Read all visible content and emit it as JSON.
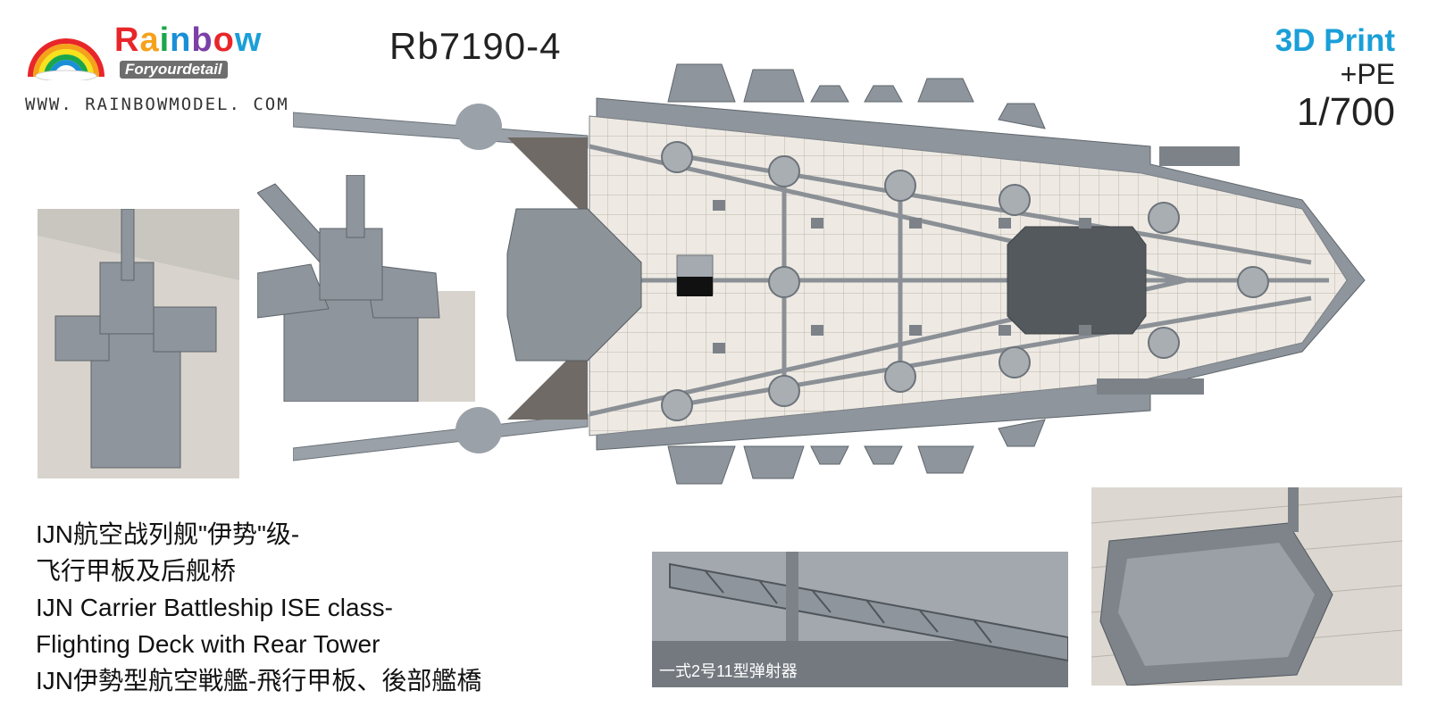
{
  "brand": {
    "name_letters": [
      "R",
      "a",
      "i",
      "n",
      "b",
      "o",
      "w"
    ],
    "name_colors": [
      "#e8262a",
      "#f5a21b",
      "#1aa64a",
      "#1a8fd6",
      "#7b3fa6",
      "#e8262a",
      "#1a9fd8"
    ],
    "tagline": "Foryourdetail",
    "url": "WWW. RAINBOWMODEL. COM",
    "logo_icon": "rainbow-arc-icon"
  },
  "product": {
    "code": "Rb7190-4",
    "spec_line1": "3D Print",
    "spec_line2": "+PE",
    "scale": "1/700"
  },
  "description": {
    "line1": "IJN航空战列舰\"伊势\"级-",
    "line2": "飞行甲板及后舰桥",
    "line3": "IJN Carrier Battleship ISE class-",
    "line4": "Flighting Deck with Rear Tower",
    "line5": "IJN伊勢型航空戦艦-飛行甲板、後部艦橋"
  },
  "photos": {
    "catapult_caption": "一式2号11型弹射器"
  },
  "colors": {
    "accent_blue": "#1a9fd8",
    "hull_grey": "#8e959c",
    "deck_cream": "#eeeae3"
  }
}
